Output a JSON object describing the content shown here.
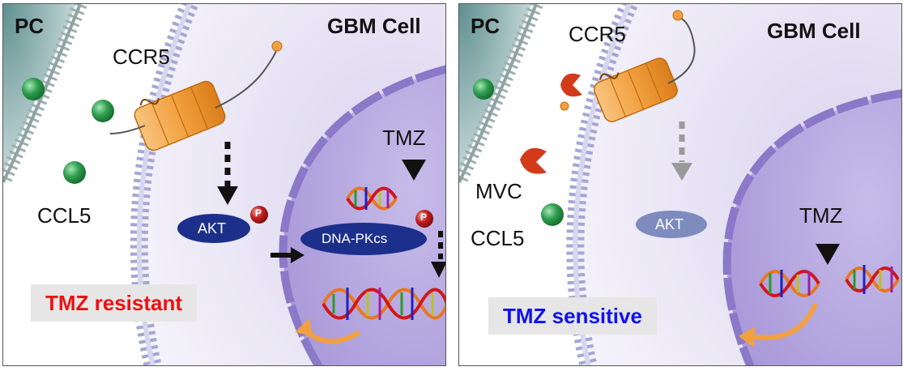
{
  "left_panel": {
    "pc_label": "PC",
    "cell_label": "GBM Cell",
    "receptor_label": "CCR5",
    "ligand_label": "CCL5",
    "akt_label": "AKT",
    "dnapk_label": "DNA-PKcs",
    "phospho_label": "P",
    "drug_label": "TMZ",
    "status_label": "TMZ resistant",
    "status_color": "#ee1111"
  },
  "right_panel": {
    "pc_label": "PC",
    "cell_label": "GBM Cell",
    "receptor_label": "CCR5",
    "inhibitor_label": "MVC",
    "ligand_label": "CCL5",
    "akt_label": "AKT",
    "drug_label": "TMZ",
    "status_label": "TMZ sensitive",
    "status_color": "#1111ee"
  },
  "colors": {
    "membrane_head": "#9a9ac8",
    "pc_membrane": "#9fb0b0",
    "nucleus": "#9e8fd0",
    "ccr5": "#f2a040",
    "ccl5": "#2f9e4f",
    "mvc": "#d23a1a",
    "akt_active": "#1c2f8a",
    "akt_inactive": "#7d8bbd"
  }
}
